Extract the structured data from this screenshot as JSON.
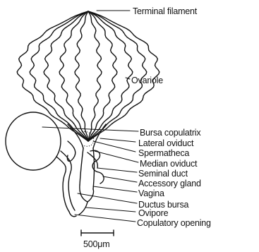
{
  "labels": [
    {
      "id": "terminal-filament",
      "text": "Terminal filament"
    },
    {
      "id": "ovariole",
      "text": "Ovariole"
    },
    {
      "id": "bursa-copulatrix",
      "text": "Bursa copulatrix"
    },
    {
      "id": "lateral-oviduct",
      "text": "Lateral oviduct"
    },
    {
      "id": "spermatheca",
      "text": "Spermatheca"
    },
    {
      "id": "median-oviduct",
      "text": "Median oviduct"
    },
    {
      "id": "seminal-duct",
      "text": "Seminal duct"
    },
    {
      "id": "accessory-gland",
      "text": "Accessory gland"
    },
    {
      "id": "vagina",
      "text": "Vagina"
    },
    {
      "id": "ductus-bursa",
      "text": "Ductus bursa"
    },
    {
      "id": "ovipore",
      "text": "Ovipore"
    },
    {
      "id": "copulatory-opening",
      "text": "Copulatory opening"
    }
  ],
  "scale_bar": {
    "text": "500μm"
  }
}
